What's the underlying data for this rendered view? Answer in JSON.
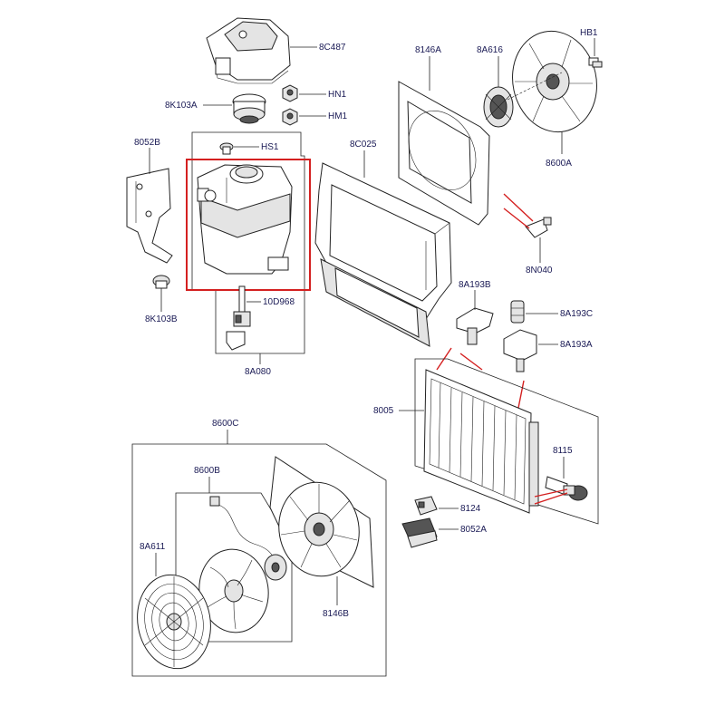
{
  "labels": {
    "p_8C487": "8C487",
    "p_8K103A": "8K103A",
    "p_HN1": "HN1",
    "p_HM1": "HM1",
    "p_8052B": "8052B",
    "p_HS1": "HS1",
    "p_8K103B": "8K103B",
    "p_10D968": "10D968",
    "p_8A080": "8A080",
    "p_8146A": "8146A",
    "p_8A616": "8A616",
    "p_HB1": "HB1",
    "p_8C025": "8C025",
    "p_8600A": "8600A",
    "p_8N040": "8N040",
    "p_8A193B": "8A193B",
    "p_8A193C": "8A193C",
    "p_8A193A": "8A193A",
    "p_8005": "8005",
    "p_8115": "8115",
    "p_8124": "8124",
    "p_8052A": "8052A",
    "p_8600C": "8600C",
    "p_8600B": "8600B",
    "p_8A611": "8A611",
    "p_8146B": "8146B"
  },
  "colors": {
    "highlight_box": "#d42020",
    "callout_lines": "#d42020",
    "label_text": "#1a1a55",
    "line_art": "#222222"
  }
}
